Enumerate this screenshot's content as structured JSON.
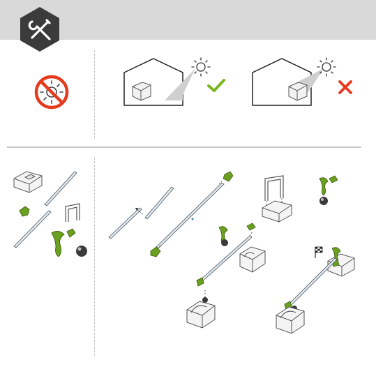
{
  "header": {
    "icon": "tools-icon",
    "background_color": "#d9d9d9",
    "badge_color": "#3b3b3b"
  },
  "storage": {
    "no_sun_icon": "no-direct-sunlight-icon",
    "good_example": {
      "icon": "check-icon",
      "color": "#7ab51d"
    },
    "bad_example": {
      "icon": "cross-icon",
      "color": "#e53a1e"
    }
  },
  "assembly": {
    "parts_color": "#6a9f1f",
    "rail_color": "#dbe7f1",
    "finish_icon": "checkered-flag-icon",
    "steps": [
      "parts-overview",
      "join-rails",
      "attach-connectors",
      "mount-on-stand",
      "final-assembly"
    ]
  }
}
